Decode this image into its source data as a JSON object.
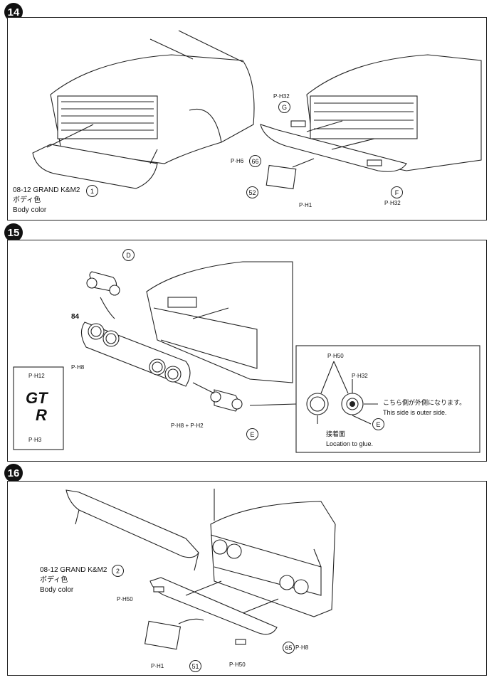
{
  "steps": {
    "s14": {
      "number": "14",
      "body_part": "08-12 GRAND K&M2",
      "body_part_num": "1",
      "paint_jp": "ボディ色",
      "paint_en": "Body color",
      "ref_top": "P·H32",
      "ref_66": "P·H6",
      "ref_bottom": "P·H1",
      "ref_right": "P·H32",
      "part_G": "G",
      "part_F": "F",
      "part_66": "66",
      "part_52": "52"
    },
    "s15": {
      "number": "15",
      "part_D": "D",
      "part_84": "84",
      "ref_84": "P·H8",
      "ref_gt_top": "P·H12",
      "ref_gt_bottom": "P·H3",
      "gt_text": "GT",
      "r_text": "R",
      "ref_combo": "P·H8 + P·H2",
      "part_E": "E",
      "inset": {
        "ref_left": "P·H50",
        "ref_right": "P·H32",
        "outer_jp": "こちら側が外側になります。",
        "outer_en": "This side is outer side.",
        "glue_jp": "接着面",
        "glue_en": "Location to glue.",
        "part_E": "E"
      }
    },
    "s16": {
      "number": "16",
      "body_part": "08-12 GRAND K&M2",
      "body_part_num": "2",
      "paint_jp": "ボディ色",
      "paint_en": "Body color",
      "ref_left": "P·H50",
      "ref_plate": "P·H1",
      "part_51": "51",
      "ref_mid": "P·H50",
      "part_65": "65",
      "ref_65": "P·H8"
    }
  }
}
